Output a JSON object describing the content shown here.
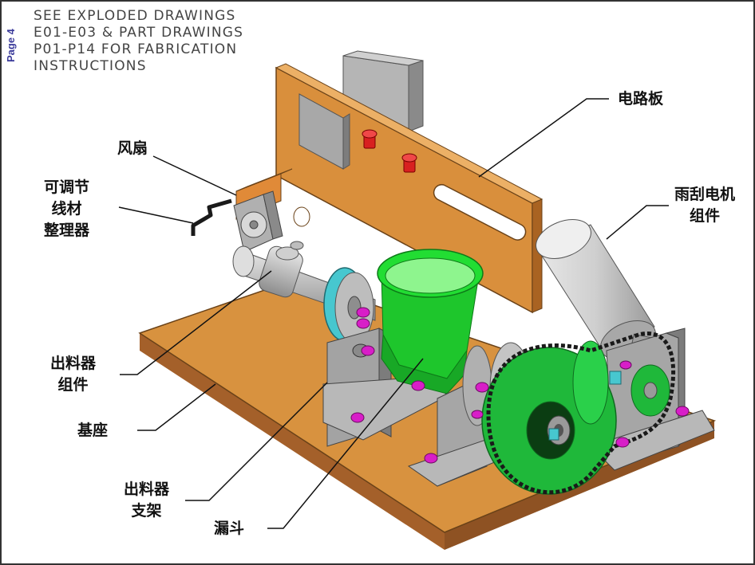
{
  "page": {
    "number_label": "Page 4"
  },
  "note": {
    "lines": [
      "SEE EXPLODED DRAWINGS",
      "E01-E03 & PART DRAWINGS",
      "P01-P14 FOR FABRICATION",
      "INSTRUCTIONS"
    ]
  },
  "labels": {
    "fan": "风扇",
    "wire_organizer": [
      "可调节",
      "线材",
      "整理器"
    ],
    "circuit_board": "电路板",
    "wiper_motor": [
      "雨刮电机",
      "组件"
    ],
    "feeder_assembly": [
      "出料器",
      "组件"
    ],
    "base": "基座",
    "feeder_bracket": [
      "出料器",
      "支架"
    ],
    "funnel": "漏斗"
  },
  "colors": {
    "board_orange": "#d98f3c",
    "base_orange": "#d8923f",
    "funnel_green": "#22dd33",
    "gear_green": "#1fb83a",
    "bracket_gray": "#9c9c9c",
    "bolt_magenta": "#d81ec8",
    "pulley_cyan": "#47c7cf",
    "fastener_red": "#d82020"
  }
}
